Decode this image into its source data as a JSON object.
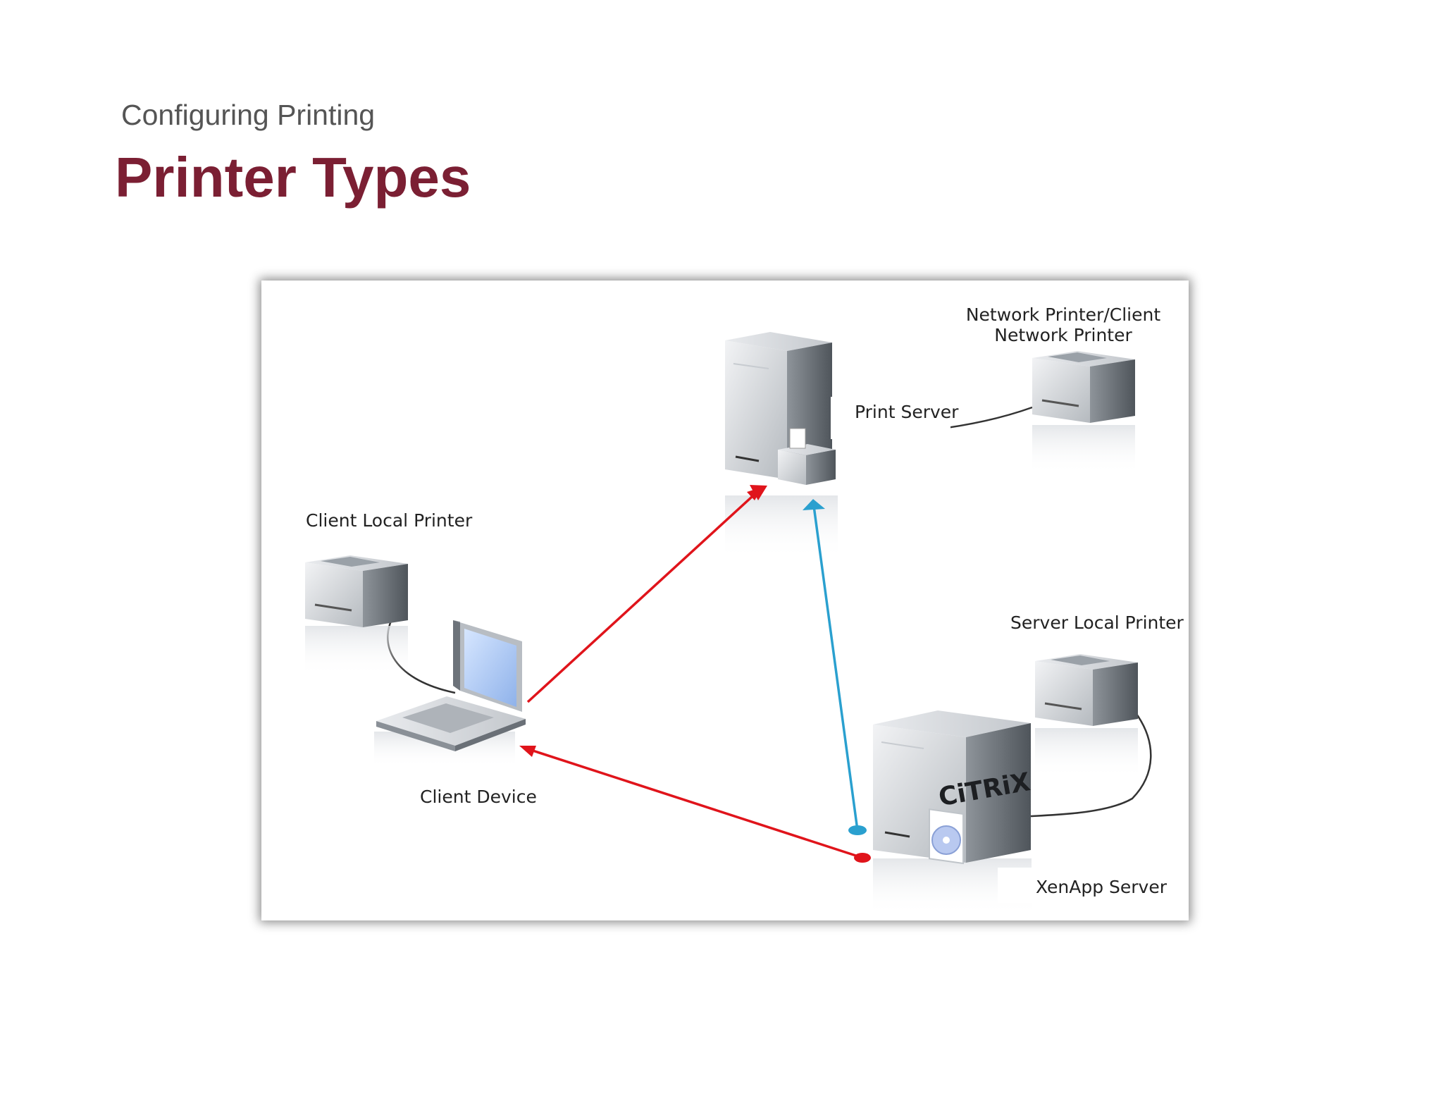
{
  "header": {
    "section": "Configuring Printing",
    "title": "Printer Types"
  },
  "diagram": {
    "labels": {
      "network_printer_line1": "Network Printer/Client",
      "network_printer_line2": "Network Printer",
      "print_server": "Print Server",
      "client_local_printer": "Client Local Printer",
      "server_local_printer": "Server Local Printer",
      "client_device": "Client Device",
      "xenapp_server": "XenApp Server",
      "citrix_logo": "CiTRiX"
    },
    "colors": {
      "title": "#7b1f33",
      "red_arrow": "#e0141b",
      "blue_arrow": "#2aa0cf"
    },
    "icons": [
      "print-server-icon",
      "network-printer-icon",
      "client-local-printer-icon",
      "laptop-icon",
      "xenapp-server-icon",
      "server-local-printer-icon"
    ]
  }
}
